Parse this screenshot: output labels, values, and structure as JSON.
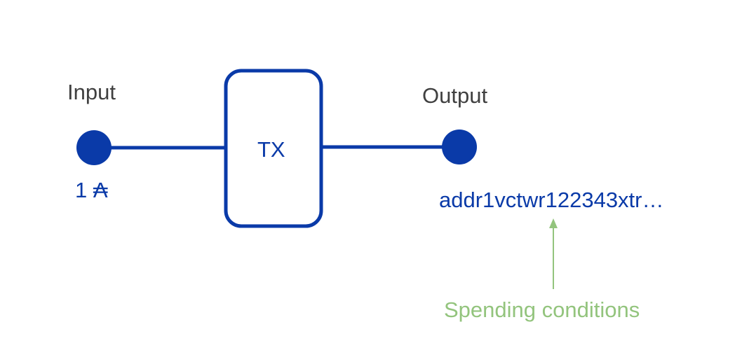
{
  "diagram": {
    "input_label": "Input",
    "input_amount": "1 ₳",
    "tx_label": "TX",
    "output_label": "Output",
    "output_address": "addr1vctwr122343xtr…",
    "spending_label": "Spending conditions"
  },
  "colors": {
    "primary_blue": "#0a3aa8",
    "label_gray": "#404040",
    "annotation_green": "#93c47d"
  }
}
